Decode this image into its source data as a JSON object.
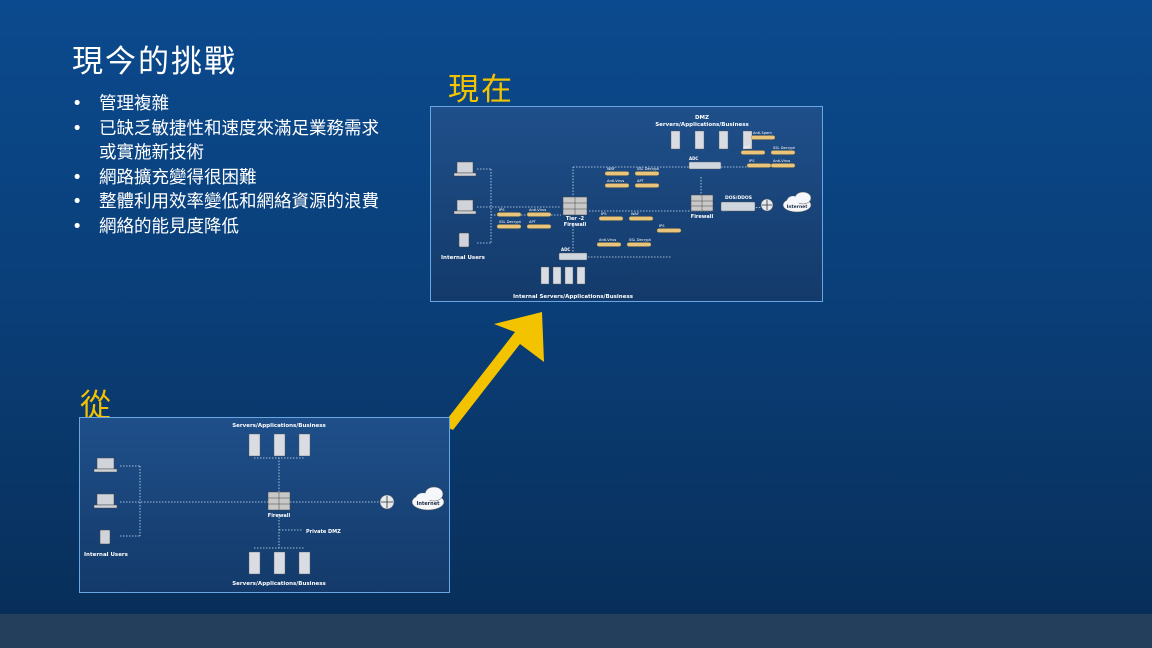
{
  "slide": {
    "title": "現今的挑戰",
    "bullets": [
      "管理複雜",
      "已缺乏敏捷性和速度來滿足業務需求或實施新技術",
      "網路擴充變得很困難",
      "整體利用效率變低和網絡資源的浪費",
      "網絡的能見度降低"
    ],
    "label_now": "現在",
    "label_from": "從"
  },
  "colors": {
    "background": "#0a3f79",
    "accent": "#f4c300",
    "panel_border": "#6aa6e0",
    "footer": "#233f5c"
  },
  "diagram_now": {
    "dmz_title": "DMZ",
    "dmz_subtitle": "Servers/Applications/Business",
    "internal_users": "Internal Users",
    "internal_servers": "Internal Servers/Applications/Business",
    "tier2_firewall": "Tier -2\nFirewall",
    "firewall": "Firewall",
    "adc_top": "ADC",
    "adc_bottom": "ADC",
    "ddos": "DOS/DDOS",
    "internet": "Internet",
    "components": [
      "Anti-Spam",
      "APT",
      "SSL Decrypt",
      "IPS",
      "Anti-Virus",
      "WAF",
      "SSL Decrypt",
      "Anti-Virus",
      "APT",
      "IPS",
      "Anti-Virus",
      "SSL Decrypt",
      "APT",
      "IPS",
      "WAF",
      "IPS",
      "Anti-Virus",
      "SSL Decrypt"
    ]
  },
  "diagram_from": {
    "servers_top": "Servers/Applications/Business",
    "firewall": "Firewall",
    "private_dmz": "Private DMZ",
    "internet": "Internet",
    "internal_users": "Internal Users",
    "servers_bottom": "Servers/Applications/Business"
  }
}
